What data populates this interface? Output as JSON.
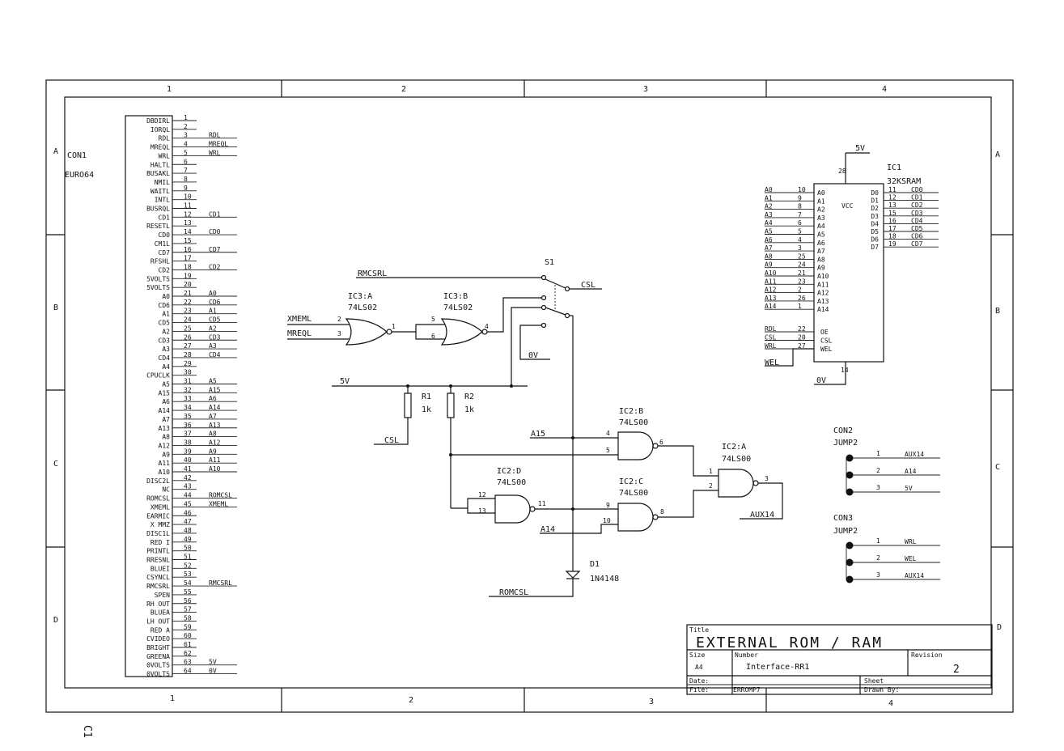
{
  "sheet": {
    "col_labels": [
      "1",
      "2",
      "3",
      "4"
    ],
    "row_labels": [
      "A",
      "B",
      "C",
      "D"
    ],
    "side_mark": "C1"
  },
  "connector": {
    "name": "CON1",
    "type": "EURO64",
    "pins": [
      {
        "n": "1",
        "name": "DBDIRL"
      },
      {
        "n": "2",
        "name": "IORQL"
      },
      {
        "n": "3",
        "name": "RDL"
      },
      {
        "n": "4",
        "name": "MREQL"
      },
      {
        "n": "5",
        "name": "WRL"
      },
      {
        "n": "6",
        "name": "HALTL"
      },
      {
        "n": "7",
        "name": "BUSAKL"
      },
      {
        "n": "8",
        "name": "NMIL"
      },
      {
        "n": "9",
        "name": "WAITL"
      },
      {
        "n": "10",
        "name": "INTL"
      },
      {
        "n": "11",
        "name": "BUSRQL"
      },
      {
        "n": "12",
        "name": "CD1"
      },
      {
        "n": "13",
        "name": "RESETL"
      },
      {
        "n": "14",
        "name": "CD0"
      },
      {
        "n": "15",
        "name": "CM1L"
      },
      {
        "n": "16",
        "name": "CD7"
      },
      {
        "n": "17",
        "name": "RFSHL"
      },
      {
        "n": "18",
        "name": "CD2"
      },
      {
        "n": "19",
        "name": "5VOLTS"
      },
      {
        "n": "20",
        "name": "5VOLTS"
      },
      {
        "n": "21",
        "name": "A0"
      },
      {
        "n": "22",
        "name": "CD6"
      },
      {
        "n": "23",
        "name": "A1"
      },
      {
        "n": "24",
        "name": "CD5"
      },
      {
        "n": "25",
        "name": "A2"
      },
      {
        "n": "26",
        "name": "CD3"
      },
      {
        "n": "27",
        "name": "A3"
      },
      {
        "n": "28",
        "name": "CD4"
      },
      {
        "n": "29",
        "name": "A4"
      },
      {
        "n": "30",
        "name": "CPUCLK"
      },
      {
        "n": "31",
        "name": "A5"
      },
      {
        "n": "32",
        "name": "A15"
      },
      {
        "n": "33",
        "name": "A6"
      },
      {
        "n": "34",
        "name": "A14"
      },
      {
        "n": "35",
        "name": "A7"
      },
      {
        "n": "36",
        "name": "A13"
      },
      {
        "n": "37",
        "name": "A8"
      },
      {
        "n": "38",
        "name": "A12"
      },
      {
        "n": "39",
        "name": "A9"
      },
      {
        "n": "40",
        "name": "A11"
      },
      {
        "n": "41",
        "name": "A10"
      },
      {
        "n": "42",
        "name": "DISC2L"
      },
      {
        "n": "43",
        "name": "NC"
      },
      {
        "n": "44",
        "name": "ROMCSL"
      },
      {
        "n": "45",
        "name": "XMEML"
      },
      {
        "n": "46",
        "name": "EARMIC"
      },
      {
        "n": "47",
        "name": "X MMZ"
      },
      {
        "n": "48",
        "name": "DISC1L"
      },
      {
        "n": "49",
        "name": "RED I"
      },
      {
        "n": "50",
        "name": "PRINTL"
      },
      {
        "n": "51",
        "name": "RRESNL"
      },
      {
        "n": "52",
        "name": "BLUEI"
      },
      {
        "n": "53",
        "name": "CSYNCL"
      },
      {
        "n": "54",
        "name": "RMCSRL"
      },
      {
        "n": "55",
        "name": "SPEN"
      },
      {
        "n": "56",
        "name": "RH OUT"
      },
      {
        "n": "57",
        "name": "BLUEA"
      },
      {
        "n": "58",
        "name": "LH OUT"
      },
      {
        "n": "59",
        "name": "RED A"
      },
      {
        "n": "60",
        "name": "CVIDEO"
      },
      {
        "n": "61",
        "name": "BRIGHT"
      },
      {
        "n": "62",
        "name": "GREENA"
      },
      {
        "n": "63",
        "name": "0VOLTS"
      },
      {
        "n": "64",
        "name": "0VOLTS"
      }
    ],
    "nets": [
      {
        "pin": "3",
        "net": "RDL"
      },
      {
        "pin": "4",
        "net": "MREQL"
      },
      {
        "pin": "5",
        "net": "WRL"
      },
      {
        "pin": "12",
        "net": "CD1"
      },
      {
        "pin": "14",
        "net": "CD0"
      },
      {
        "pin": "16",
        "net": "CD7"
      },
      {
        "pin": "18",
        "net": "CD2"
      },
      {
        "pin": "21",
        "net": "A0"
      },
      {
        "pin": "22",
        "net": "CD6"
      },
      {
        "pin": "23",
        "net": "A1"
      },
      {
        "pin": "24",
        "net": "CD5"
      },
      {
        "pin": "25",
        "net": "A2"
      },
      {
        "pin": "26",
        "net": "CD3"
      },
      {
        "pin": "27",
        "net": "A3"
      },
      {
        "pin": "28",
        "net": "CD4"
      },
      {
        "pin": "31",
        "net": "A5"
      },
      {
        "pin": "32",
        "net": "A15"
      },
      {
        "pin": "33",
        "net": "A6"
      },
      {
        "pin": "34",
        "net": "A14"
      },
      {
        "pin": "35",
        "net": "A7"
      },
      {
        "pin": "36",
        "net": "A13"
      },
      {
        "pin": "37",
        "net": "A8"
      },
      {
        "pin": "38",
        "net": "A12"
      },
      {
        "pin": "39",
        "net": "A9"
      },
      {
        "pin": "40",
        "net": "A11"
      },
      {
        "pin": "41",
        "net": "A10"
      },
      {
        "pin": "44",
        "net": "ROMCSL"
      },
      {
        "pin": "45",
        "net": "XMEML"
      },
      {
        "pin": "54",
        "net": "RMCSRL"
      },
      {
        "pin": "63",
        "net": "5V"
      },
      {
        "pin": "64",
        "net": "0V"
      }
    ]
  },
  "gates": {
    "ic3a": {
      "ref": "IC3:A",
      "part": "74LS02",
      "in1": "XMEML",
      "in2": "MREQL",
      "p1": "2",
      "p2": "3",
      "pout": "1"
    },
    "ic3b": {
      "ref": "IC3:B",
      "part": "74LS02",
      "p1": "5",
      "p2": "6",
      "pout": "4"
    },
    "ic2b": {
      "ref": "IC2:B",
      "part": "74LS00",
      "in1": "A15",
      "p1": "4",
      "p2": "5",
      "pout": "6"
    },
    "ic2a": {
      "ref": "IC2:A",
      "part": "74LS00",
      "p1": "1",
      "p2": "2",
      "pout": "3",
      "out": "AUX14"
    },
    "ic2d": {
      "ref": "IC2:D",
      "part": "74LS00",
      "p1": "12",
      "p2": "13",
      "pout": "11"
    },
    "ic2c": {
      "ref": "IC2:C",
      "part": "74LS00",
      "in2": "A14",
      "p1": "9",
      "p2": "10",
      "pout": "8"
    }
  },
  "switch": {
    "ref": "S1",
    "in": "RMCSRL",
    "out": "CSL",
    "gnd": "0V"
  },
  "power": {
    "rail": "5V"
  },
  "resistors": [
    {
      "ref": "R1",
      "value": "1k",
      "net": "CSL"
    },
    {
      "ref": "R2",
      "value": "1k"
    }
  ],
  "diode": {
    "ref": "D1",
    "part": "1N4148",
    "net": "ROMCSL"
  },
  "ram": {
    "ref": "IC1",
    "part": "32KSRAM",
    "vcc_net": "5V",
    "vcc_pin": "28",
    "gnd_net": "0V",
    "gnd_pin": "14",
    "addr_pins": [
      {
        "n": "10",
        "name": "A0"
      },
      {
        "n": "9",
        "name": "A1"
      },
      {
        "n": "8",
        "name": "A2"
      },
      {
        "n": "7",
        "name": "A3"
      },
      {
        "n": "6",
        "name": "A4"
      },
      {
        "n": "5",
        "name": "A5"
      },
      {
        "n": "4",
        "name": "A6"
      },
      {
        "n": "3",
        "name": "A7"
      },
      {
        "n": "25",
        "name": "A8"
      },
      {
        "n": "24",
        "name": "A9"
      },
      {
        "n": "21",
        "name": "A10"
      },
      {
        "n": "23",
        "name": "A11"
      },
      {
        "n": "2",
        "name": "A12"
      },
      {
        "n": "26",
        "name": "A13"
      },
      {
        "n": "1",
        "name": "A14"
      }
    ],
    "data_pins": [
      {
        "n": "11",
        "name": "D0",
        "net": "CD0"
      },
      {
        "n": "12",
        "name": "D1",
        "net": "CD1"
      },
      {
        "n": "13",
        "name": "D2",
        "net": "CD2"
      },
      {
        "n": "15",
        "name": "D3",
        "net": "CD3"
      },
      {
        "n": "16",
        "name": "D4",
        "net": "CD4"
      },
      {
        "n": "17",
        "name": "D5",
        "net": "CD5"
      },
      {
        "n": "18",
        "name": "D6",
        "net": "CD6"
      },
      {
        "n": "19",
        "name": "D7",
        "net": "CD7"
      }
    ],
    "ctrl_pins": [
      {
        "n": "22",
        "name": "OE",
        "net": "RDL"
      },
      {
        "n": "20",
        "name": "CSL",
        "net": "CSL"
      },
      {
        "n": "27",
        "name": "WEL",
        "net": "WRL"
      }
    ]
  },
  "jumpers": [
    {
      "ref": "CON2",
      "type": "JUMP2",
      "pins": [
        {
          "n": "1",
          "net": "AUX14"
        },
        {
          "n": "2",
          "net": "A14"
        },
        {
          "n": "3",
          "net": "5V"
        }
      ]
    },
    {
      "ref": "CON3",
      "type": "JUMP2",
      "pins": [
        {
          "n": "1",
          "net": "WRL"
        },
        {
          "n": "2",
          "net": "WEL"
        },
        {
          "n": "3",
          "net": "AUX14"
        }
      ]
    }
  ],
  "title_block": {
    "title_label": "Title",
    "title": "EXTERNAL ROM / RAM",
    "size_label": "Size",
    "size": "A4",
    "number_label": "Number",
    "number": "Interface-RR1",
    "revision_label": "Revision",
    "revision": "2",
    "date_label": "Date:",
    "file_label": "File:",
    "file": "ERROMP7",
    "sheet_label": "Sheet",
    "drawn_label": "Drawn By:"
  }
}
